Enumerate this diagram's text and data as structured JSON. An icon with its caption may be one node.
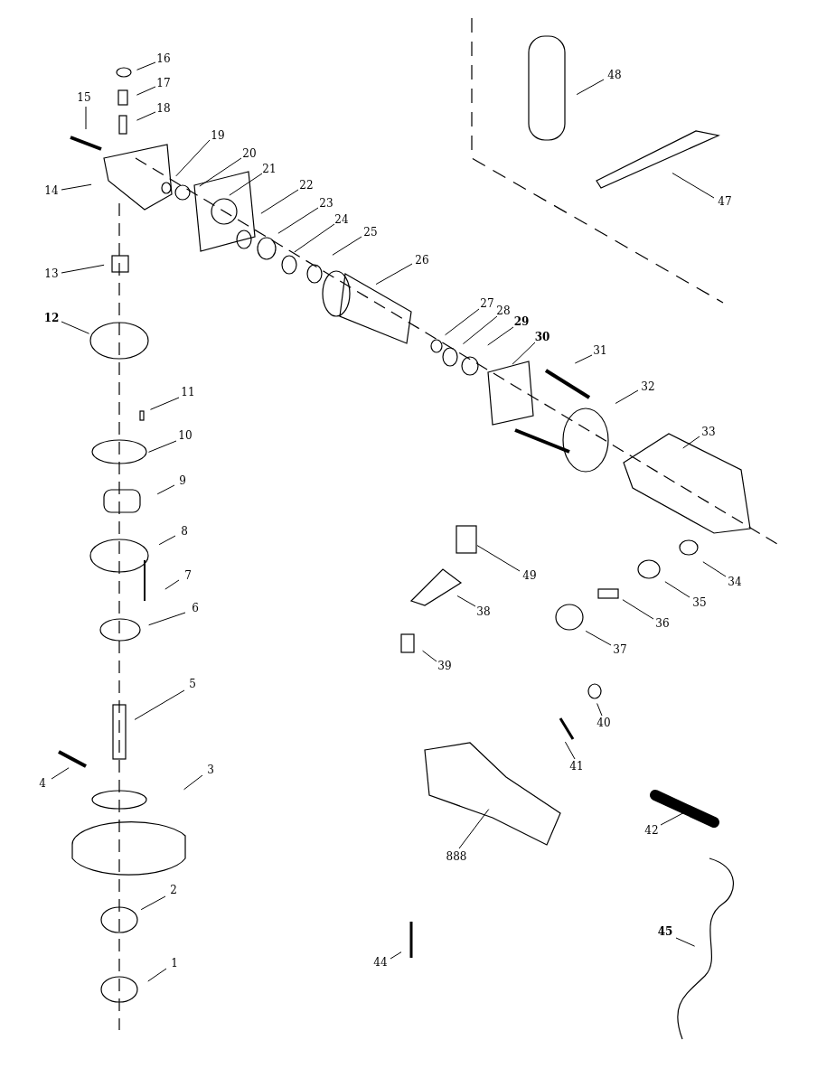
{
  "diagram": {
    "nodes": [
      {
        "text": [
          "16"
        ]
      },
      {
        "text": [
          "17"
        ]
      },
      {
        "text": [
          "18"
        ]
      },
      {
        "text": [
          "15"
        ]
      },
      {
        "text": [
          "19"
        ]
      },
      {
        "text": [
          "20"
        ]
      },
      {
        "text": [
          "21"
        ]
      },
      {
        "text": [
          "14"
        ]
      },
      {
        "text": [
          "48"
        ]
      },
      {
        "text": [
          "22"
        ]
      },
      {
        "text": [
          "23"
        ]
      },
      {
        "text": [
          "24"
        ]
      },
      {
        "text": [
          "25"
        ]
      },
      {
        "text": [
          "26"
        ]
      },
      {
        "text": [
          "47"
        ]
      },
      {
        "text": [
          "13"
        ]
      },
      {
        "text": [
          "12"
        ]
      },
      {
        "text": [
          "27"
        ]
      },
      {
        "text": [
          "28"
        ]
      },
      {
        "text": [
          "29"
        ]
      },
      {
        "text": [
          "30"
        ]
      },
      {
        "text": [
          "31"
        ]
      },
      {
        "text": [
          "32"
        ]
      },
      {
        "text": [
          "11"
        ]
      },
      {
        "text": [
          "10"
        ]
      },
      {
        "text": [
          "33"
        ]
      },
      {
        "text": [
          "9"
        ]
      },
      {
        "text": [
          "49"
        ]
      },
      {
        "text": [
          "8"
        ]
      },
      {
        "text": [
          "7"
        ]
      },
      {
        "text": [
          "34"
        ]
      },
      {
        "text": [
          "35"
        ]
      },
      {
        "text": [
          "38"
        ]
      },
      {
        "text": [
          "6"
        ]
      },
      {
        "text": [
          "36"
        ]
      },
      {
        "text": [
          "37"
        ]
      },
      {
        "text": [
          "39"
        ]
      },
      {
        "text": [
          "5"
        ]
      },
      {
        "text": [
          "40"
        ]
      },
      {
        "text": [
          "41"
        ]
      },
      {
        "text": [
          "4"
        ]
      },
      {
        "text": [
          "3"
        ]
      },
      {
        "text": [
          "888"
        ]
      },
      {
        "text": [
          "42"
        ]
      },
      {
        "text": [
          "2"
        ]
      },
      {
        "text": [
          "45"
        ]
      },
      {
        "text": [
          "44"
        ]
      },
      {
        "text": [
          "1"
        ]
      }
    ],
    "edges": [
      {
        "from": 0,
        "to": null,
        "arrow": "none"
      },
      {
        "from": 1,
        "to": null,
        "arrow": "none"
      },
      {
        "from": 2,
        "to": null,
        "arrow": "none"
      },
      {
        "from": 3,
        "to": null,
        "arrow": "none"
      },
      {
        "from": 4,
        "to": null,
        "arrow": "none"
      },
      {
        "from": 5,
        "to": null,
        "arrow": "none"
      },
      {
        "from": 6,
        "to": null,
        "arrow": "none"
      },
      {
        "from": 7,
        "to": null,
        "arrow": "none"
      },
      {
        "from": 8,
        "to": null,
        "arrow": "none"
      },
      {
        "from": 9,
        "to": null,
        "arrow": "none"
      },
      {
        "from": 10,
        "to": null,
        "arrow": "none"
      },
      {
        "from": 11,
        "to": null,
        "arrow": "none"
      },
      {
        "from": 12,
        "to": null,
        "arrow": "none"
      },
      {
        "from": 13,
        "to": null,
        "arrow": "none"
      },
      {
        "from": 14,
        "to": null,
        "arrow": "none"
      },
      {
        "from": 15,
        "to": null,
        "arrow": "none"
      },
      {
        "from": 16,
        "to": null,
        "arrow": "none"
      },
      {
        "from": 17,
        "to": null,
        "arrow": "none"
      },
      {
        "from": 18,
        "to": null,
        "arrow": "none"
      },
      {
        "from": 19,
        "to": null,
        "arrow": "none"
      },
      {
        "from": 20,
        "to": null,
        "arrow": "none"
      },
      {
        "from": 21,
        "to": null,
        "arrow": "none"
      },
      {
        "from": 22,
        "to": null,
        "arrow": "none"
      },
      {
        "from": 23,
        "to": null,
        "arrow": "none"
      },
      {
        "from": 24,
        "to": null,
        "arrow": "none"
      },
      {
        "from": 25,
        "to": null,
        "arrow": "none"
      },
      {
        "from": 26,
        "to": null,
        "arrow": "none"
      },
      {
        "from": 27,
        "to": null,
        "arrow": "none"
      },
      {
        "from": 28,
        "to": null,
        "arrow": "none"
      },
      {
        "from": 29,
        "to": null,
        "arrow": "none"
      },
      {
        "from": 30,
        "to": null,
        "arrow": "none"
      },
      {
        "from": 31,
        "to": null,
        "arrow": "none"
      },
      {
        "from": 32,
        "to": null,
        "arrow": "none"
      },
      {
        "from": 33,
        "to": null,
        "arrow": "none"
      },
      {
        "from": 34,
        "to": null,
        "arrow": "none"
      },
      {
        "from": 35,
        "to": null,
        "arrow": "none"
      },
      {
        "from": 36,
        "to": null,
        "arrow": "none"
      },
      {
        "from": 37,
        "to": null,
        "arrow": "none"
      },
      {
        "from": 38,
        "to": null,
        "arrow": "none"
      },
      {
        "from": 39,
        "to": null,
        "arrow": "none"
      },
      {
        "from": 40,
        "to": null,
        "arrow": "none"
      },
      {
        "from": 41,
        "to": null,
        "arrow": "none"
      },
      {
        "from": 42,
        "to": null,
        "arrow": "none"
      },
      {
        "from": 43,
        "to": null,
        "arrow": "none"
      },
      {
        "from": 44,
        "to": null,
        "arrow": "none"
      },
      {
        "from": 45,
        "to": null,
        "arrow": "none"
      },
      {
        "from": 46,
        "to": null,
        "arrow": "none"
      },
      {
        "from": 47,
        "to": null,
        "arrow": "none"
      }
    ]
  }
}
